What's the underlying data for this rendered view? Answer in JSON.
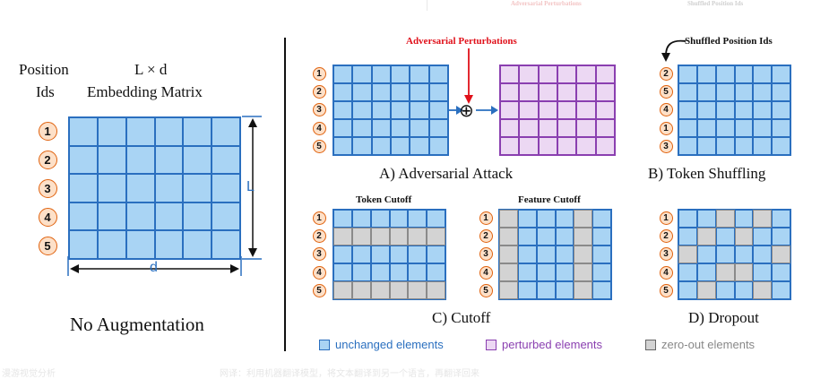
{
  "ghost_top": {
    "adv": "Adversarial Perturbations",
    "shuf": "Shuffled Position Ids"
  },
  "ghost_bottom": {
    "left": "漫游视觉分析",
    "right": "网译：利用机器翻译模型，将文本翻译到另一个语言，再翻译回来"
  },
  "left": {
    "pos_line1": "Position",
    "pos_line2": "Ids",
    "mat_line1": "L × d",
    "mat_line2": "Embedding Matrix",
    "ids": [
      "1",
      "2",
      "3",
      "4",
      "5"
    ],
    "dim_L": "L",
    "dim_d": "d",
    "caption": "No Augmentation"
  },
  "adv": {
    "annotation": "Adversarial Perturbations",
    "ids": [
      "1",
      "2",
      "3",
      "4",
      "5"
    ],
    "caption": "A) Adversarial Attack",
    "plus_symbol": "⊕"
  },
  "shuffle": {
    "annotation": "Shuffled Position Ids",
    "ids": [
      "2",
      "5",
      "4",
      "1",
      "3"
    ],
    "caption": "B) Token Shuffling"
  },
  "cutoff": {
    "token_title": "Token Cutoff",
    "feature_title": "Feature Cutoff",
    "token_ids": [
      "1",
      "2",
      "3",
      "4",
      "5"
    ],
    "feature_ids": [
      "1",
      "2",
      "3",
      "4",
      "5"
    ],
    "caption": "C) Cutoff",
    "token_zero_rows": [
      1,
      4
    ],
    "feature_zero_cols": [
      0,
      4
    ]
  },
  "dropout": {
    "ids": [
      "1",
      "2",
      "3",
      "4",
      "5"
    ],
    "caption": "D) Dropout",
    "zero_cells": [
      [
        0,
        2
      ],
      [
        0,
        4
      ],
      [
        1,
        1
      ],
      [
        1,
        3
      ],
      [
        2,
        0
      ],
      [
        2,
        5
      ],
      [
        3,
        2
      ],
      [
        3,
        3
      ],
      [
        4,
        1
      ],
      [
        4,
        4
      ]
    ]
  },
  "legend": {
    "unchanged": "unchanged elements",
    "perturbed": "perturbed elements",
    "zero": "zero-out elements"
  },
  "colors": {
    "blue_fill": "#a9d4f4",
    "blue_line": "#2a6fbf",
    "purple_fill": "#ecd8f3",
    "purple_line": "#8a3fb0",
    "gray_fill": "#d3d3d3",
    "orange": "#e0620e",
    "red": "#e0101a"
  }
}
